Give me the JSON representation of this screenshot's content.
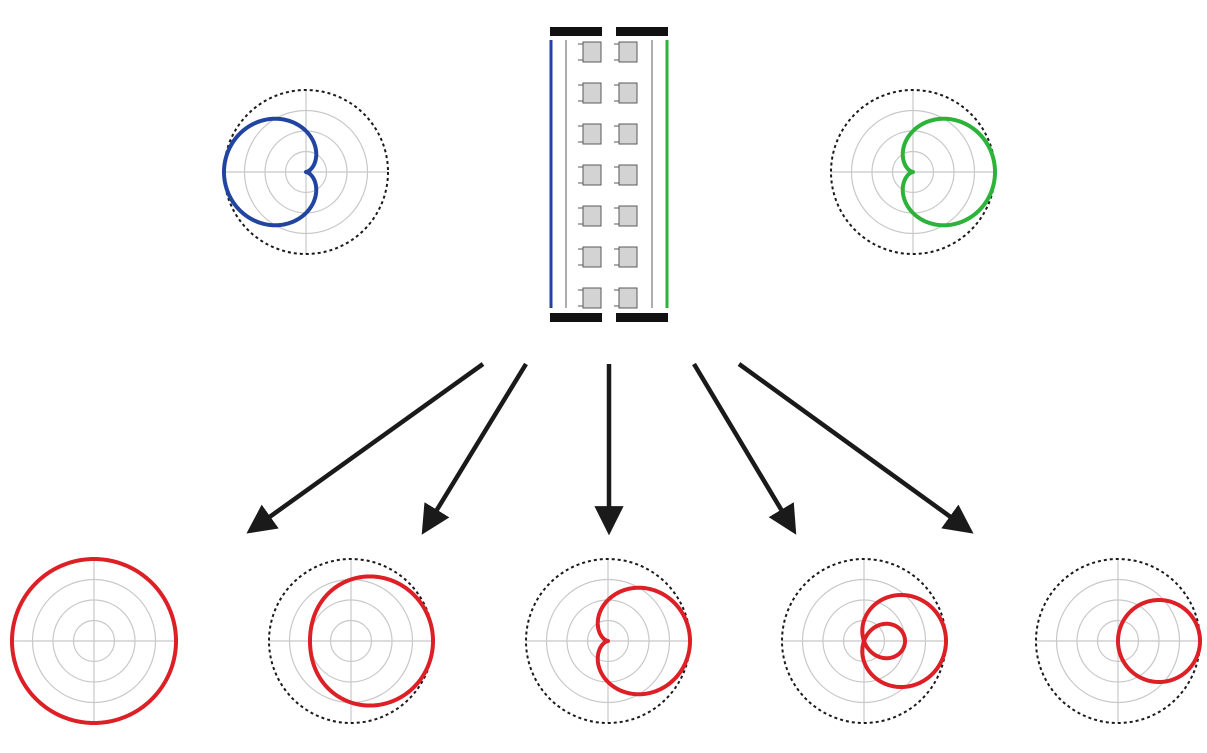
{
  "colors": {
    "background": "#ffffff",
    "grid": "#c8c8c8",
    "reference_circle": "#1a1a1a",
    "arrow": "#1a1a1a",
    "electrode": "#111111",
    "capsule_fill": "#d3d3d3",
    "capsule_stroke": "#5a5a5a"
  },
  "microphone": {
    "name": "dual-diaphragm-capsule",
    "left_backplate_color": "#2144a0",
    "right_backplate_color": "#2db23a",
    "capsule_rows": 7
  },
  "component_patterns": [
    {
      "name": "left-cardioid",
      "type": "cardioid",
      "facing": "left",
      "color": "#2144a0"
    },
    {
      "name": "right-cardioid",
      "type": "cardioid",
      "facing": "right",
      "color": "#2db23a"
    }
  ],
  "resulting_patterns": [
    {
      "name": "omnidirectional",
      "type": "omni",
      "pattern_coefficient": 1.0,
      "color": "#dd1f26"
    },
    {
      "name": "wide-cardioid",
      "type": "wide-cardioid",
      "pattern_coefficient": 0.75,
      "color": "#dd1f26"
    },
    {
      "name": "cardioid",
      "type": "cardioid",
      "pattern_coefficient": 0.5,
      "color": "#dd1f26"
    },
    {
      "name": "hypercardioid",
      "type": "hypercardioid",
      "pattern_coefficient": 0.25,
      "color": "#dd1f26"
    },
    {
      "name": "figure-eight",
      "type": "figure-eight",
      "pattern_coefficient": 0.0,
      "color": "#dd1f26"
    }
  ]
}
